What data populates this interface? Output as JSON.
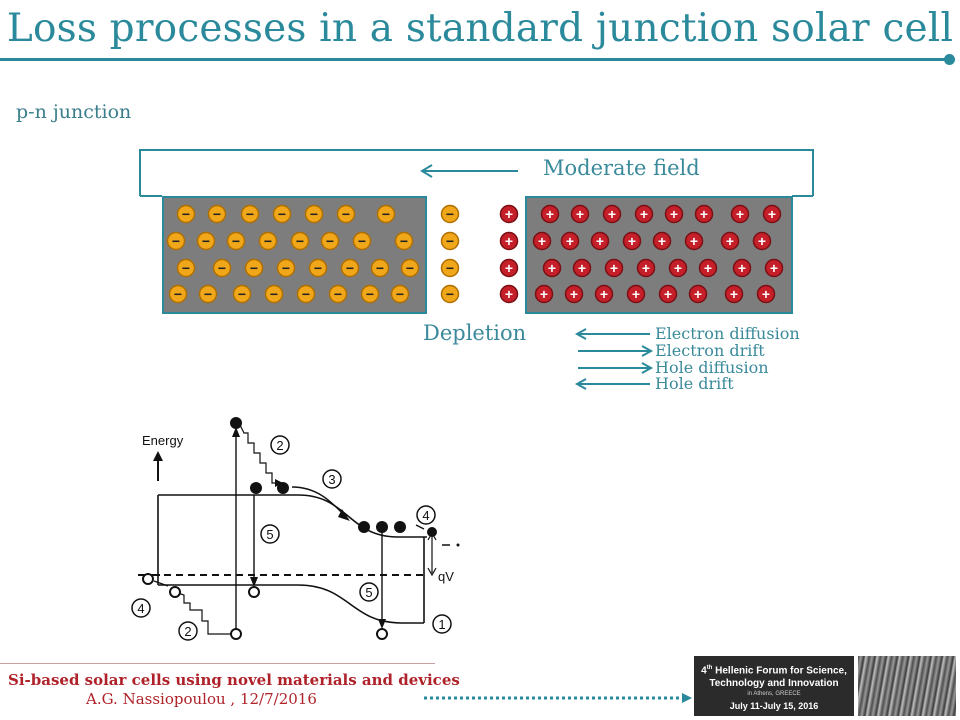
{
  "slide": {
    "title": "Loss processes in a standard junction solar cell",
    "subheading": "p-n junction"
  },
  "junction": {
    "field_label": "Moderate field",
    "depletion_label": "Depletion",
    "legend": [
      {
        "label": "Electron diffusion",
        "direction": "left"
      },
      {
        "label": "Electron drift",
        "direction": "right"
      },
      {
        "label": "Hole diffusion",
        "direction": "right"
      },
      {
        "label": "Hole drift",
        "direction": "left"
      }
    ],
    "n_charge_symbol": "−",
    "p_charge_symbol": "+",
    "colors": {
      "teal": "#2a8a9b",
      "slab": "#7d7d7d",
      "electron": "#f0a81a",
      "hole": "#c5202a"
    }
  },
  "band_diagram": {
    "energy_label": "Energy",
    "voltage_label": "qV",
    "process_markers": [
      "1",
      "2",
      "3",
      "4",
      "5"
    ]
  },
  "footer": {
    "title": "Si-based solar cells using novel materials and devices",
    "author": "A.G. Nassiopoulou ,  12/7/2016",
    "color": "#b0222a"
  },
  "badge": {
    "line1_sup": "th",
    "line1_num": "4",
    "line1": "Hellenic Forum for Science,",
    "line2": "Technology and Innovation",
    "line3": "in Athens, GREECE",
    "dates": "July 11-July 15, 2016"
  }
}
